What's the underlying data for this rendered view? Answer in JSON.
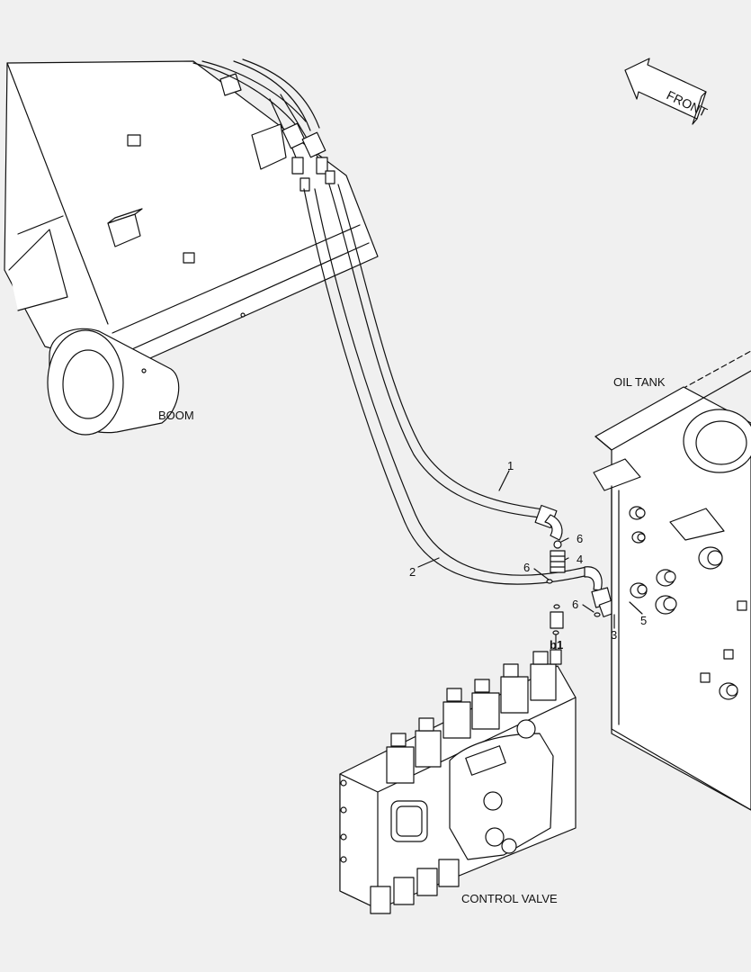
{
  "labels": {
    "boom": "BOOM",
    "oil_tank": "OIL TANK",
    "control_valve": "CONTROL VALVE",
    "front": "FRONT",
    "port": "b1"
  },
  "callouts": {
    "c1": "1",
    "c2": "2",
    "c3": "3",
    "c4": "4",
    "c5": "5",
    "c6a": "6",
    "c6b": "6",
    "c6c": "6"
  },
  "colors": {
    "background": "#f0f0f0",
    "line": "#111111",
    "fill": "#ffffff"
  }
}
